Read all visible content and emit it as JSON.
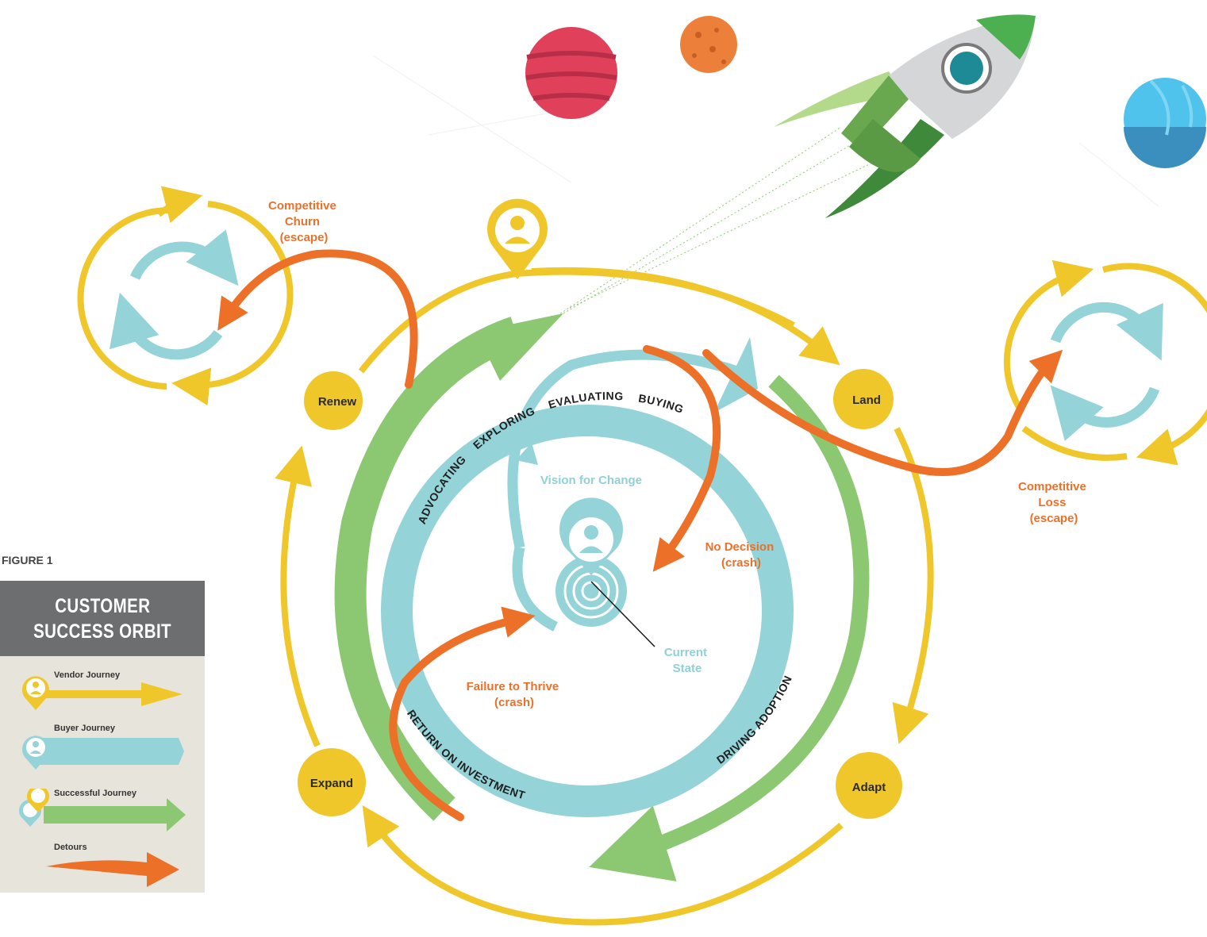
{
  "figure_label": "FIGURE 1",
  "legend": {
    "title_line1": "CUSTOMER",
    "title_line2": "SUCCESS ORBIT",
    "items": [
      {
        "label": "Vendor Journey",
        "color": "#efc72a"
      },
      {
        "label": "Buyer Journey",
        "color": "#94d3d8"
      },
      {
        "label": "Successful Journey",
        "color": "#8cc872"
      },
      {
        "label": "Detours",
        "color": "#ec7028"
      }
    ]
  },
  "stages": {
    "renew": "Renew",
    "land": "Land",
    "adapt": "Adapt",
    "expand": "Expand"
  },
  "buyer_ring": {
    "advocating": "ADVOCATING",
    "exploring": "EXPLORING",
    "evaluating": "EVALUATING",
    "buying": "BUYING",
    "driving_adoption": "DRIVING ADOPTION",
    "return_on_investment": "RETURN ON INVESTMENT"
  },
  "annotations": {
    "competitive_churn": [
      "Competitive",
      "Churn",
      "(escape)"
    ],
    "competitive_loss": [
      "Competitive",
      "Loss",
      "(escape)"
    ],
    "no_decision": [
      "No Decision",
      "(crash)"
    ],
    "failure_to_thrive": [
      "Failure to Thrive",
      "(crash)"
    ],
    "vision_for_change": "Vision for Change",
    "current_state": [
      "Current",
      "State"
    ]
  },
  "colors": {
    "vendor_yellow": "#efc72a",
    "buyer_blue": "#94d3d8",
    "success_green": "#8cc872",
    "detour_orange": "#ec7028",
    "legend_header": "#6d6e70",
    "legend_bg": "#e7e4dc"
  },
  "icons": [
    "rocket-icon",
    "planet-red-icon",
    "planet-orange-icon",
    "planet-blue-icon",
    "vendor-pin-icon",
    "buyer-pin-icon",
    "target-icon"
  ]
}
